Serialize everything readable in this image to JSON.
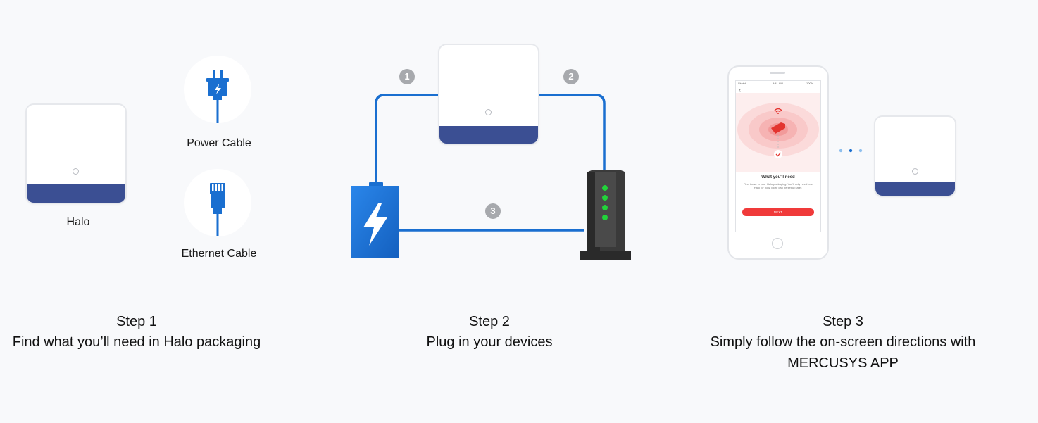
{
  "step1": {
    "halo_label": "Halo",
    "power_label": "Power Cable",
    "ethernet_label": "Ethernet Cable",
    "title": "Step 1",
    "description": "Find what you’ll need in Halo packaging"
  },
  "step2": {
    "badges": [
      "1",
      "2",
      "3"
    ],
    "title": "Step 2",
    "description": "Plug in your devices"
  },
  "step3": {
    "phone": {
      "carrier": "Sketch",
      "time": "9:41 AM",
      "battery": "100%",
      "heading": "What you'll need",
      "body": "Find these in your Halo packaging. You'll only need one Halo for now. More can be set up later.",
      "button": "NEXT"
    },
    "title": "Step 3",
    "description_line1": "Simply follow the on-screen directions with",
    "description_line2": "MERCUSYS APP"
  },
  "colors": {
    "background": "#f8f9fb",
    "halo_band": "#3b4f93",
    "cable_blue": "#1a6fd0",
    "badge_gray": "#a7a9ad",
    "led_green": "#22d33a",
    "app_red": "#f03a3a"
  }
}
